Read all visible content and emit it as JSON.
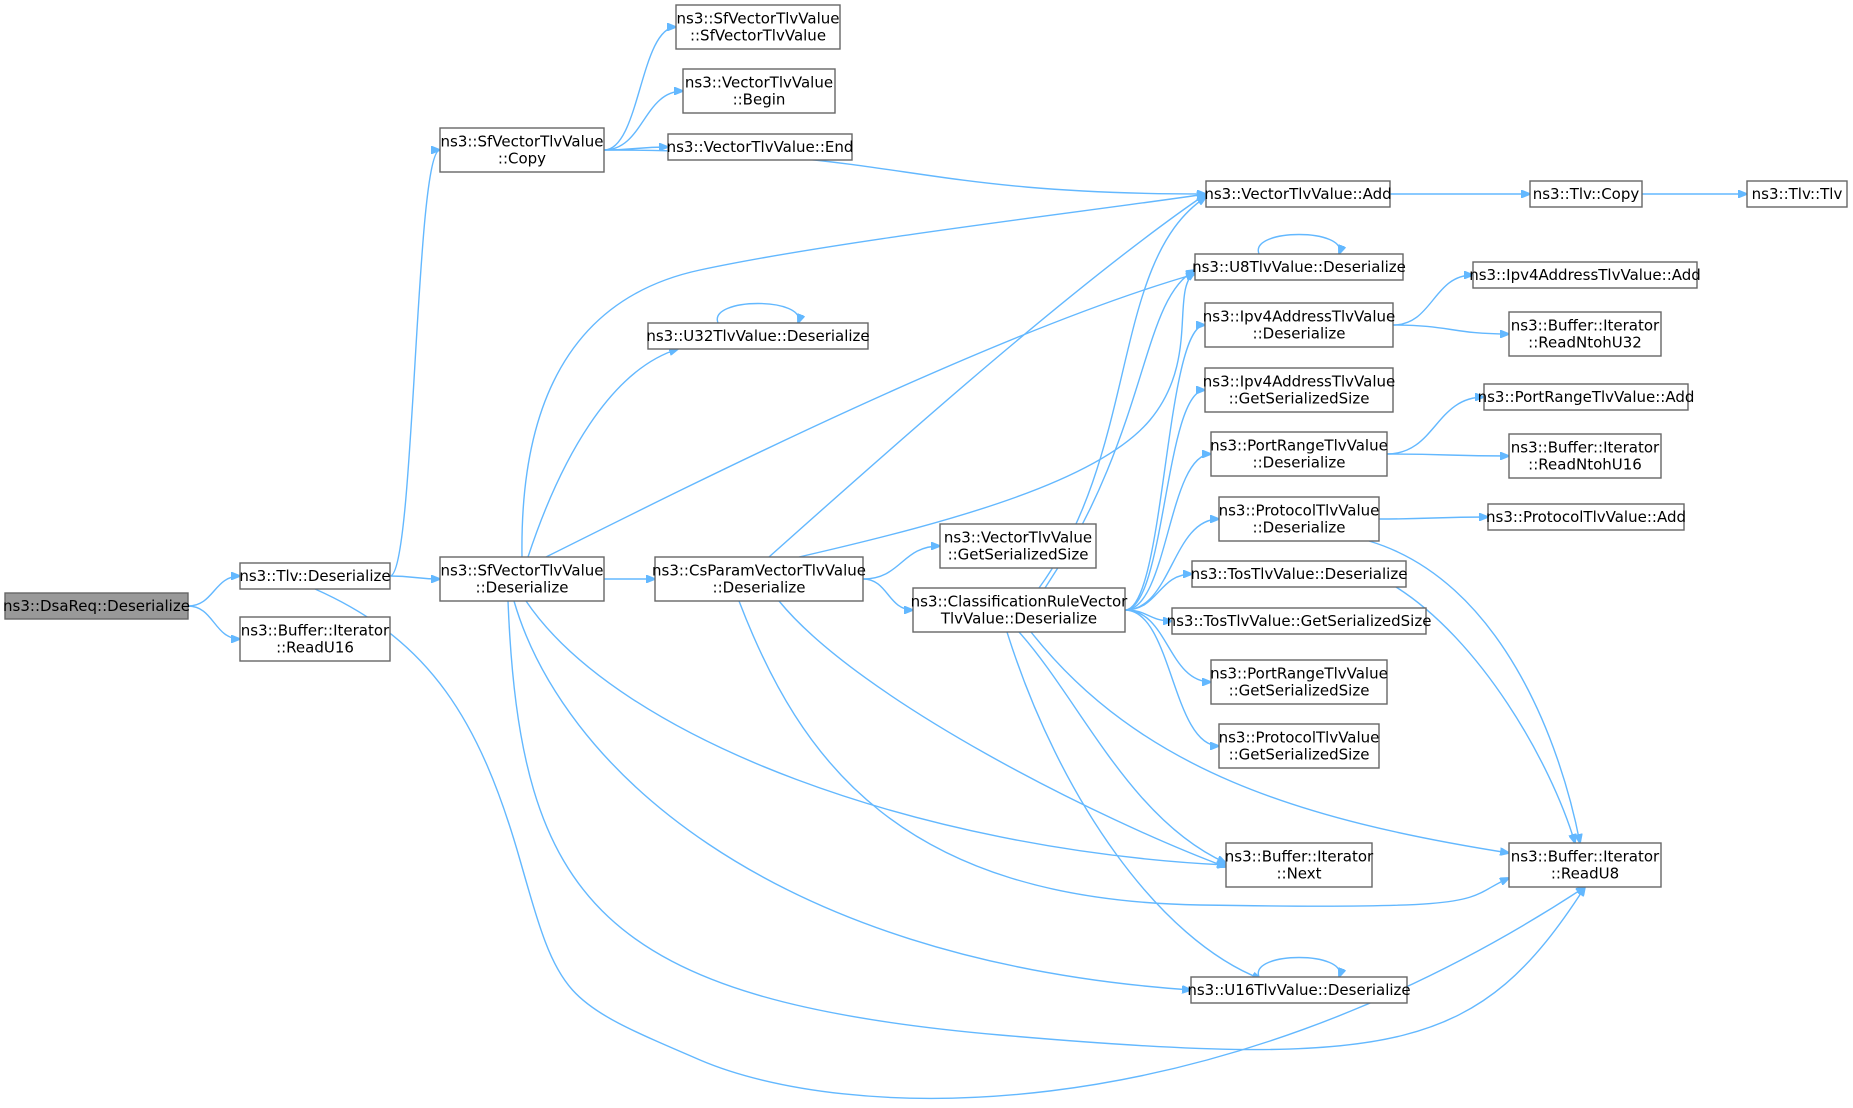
{
  "diagram": {
    "edge_color": "#63b8ff",
    "node_border_color": "#666666",
    "root_fill": "#999999",
    "nodes": [
      {
        "id": "dsareq",
        "lines": [
          "ns3::DsaReq::Deserialize"
        ],
        "root": true
      },
      {
        "id": "tlv_deser",
        "lines": [
          "ns3::Tlv::Deserialize"
        ]
      },
      {
        "id": "readu16",
        "lines": [
          "ns3::Buffer::Iterator",
          "::ReadU16"
        ]
      },
      {
        "id": "sfv_copy",
        "lines": [
          "ns3::SfVectorTlvValue",
          "::Copy"
        ]
      },
      {
        "id": "sfv_deser",
        "lines": [
          "ns3::SfVectorTlvValue",
          "::Deserialize"
        ]
      },
      {
        "id": "sfv_ctor",
        "lines": [
          "ns3::SfVectorTlvValue",
          "::SfVectorTlvValue"
        ]
      },
      {
        "id": "vt_begin",
        "lines": [
          "ns3::VectorTlvValue",
          "::Begin"
        ]
      },
      {
        "id": "vt_end",
        "lines": [
          "ns3::VectorTlvValue::End"
        ]
      },
      {
        "id": "u32_deser",
        "lines": [
          "ns3::U32TlvValue::Deserialize"
        ]
      },
      {
        "id": "cs_deser",
        "lines": [
          "ns3::CsParamVectorTlvValue",
          "::Deserialize"
        ]
      },
      {
        "id": "vt_getsize",
        "lines": [
          "ns3::VectorTlvValue",
          "::GetSerializedSize"
        ]
      },
      {
        "id": "cr_deser",
        "lines": [
          "ns3::ClassificationRuleVector",
          "TlvValue::Deserialize"
        ]
      },
      {
        "id": "vt_add",
        "lines": [
          "ns3::VectorTlvValue::Add"
        ]
      },
      {
        "id": "u8_deser",
        "lines": [
          "ns3::U8TlvValue::Deserialize"
        ]
      },
      {
        "id": "ipv4_deser",
        "lines": [
          "ns3::Ipv4AddressTlvValue",
          "::Deserialize"
        ]
      },
      {
        "id": "ipv4_getsize",
        "lines": [
          "ns3::Ipv4AddressTlvValue",
          "::GetSerializedSize"
        ]
      },
      {
        "id": "pr_deser",
        "lines": [
          "ns3::PortRangeTlvValue",
          "::Deserialize"
        ]
      },
      {
        "id": "proto_deser",
        "lines": [
          "ns3::ProtocolTlvValue",
          "::Deserialize"
        ]
      },
      {
        "id": "tos_deser",
        "lines": [
          "ns3::TosTlvValue::Deserialize"
        ]
      },
      {
        "id": "tos_getsize",
        "lines": [
          "ns3::TosTlvValue::GetSerializedSize"
        ]
      },
      {
        "id": "pr_getsize",
        "lines": [
          "ns3::PortRangeTlvValue",
          "::GetSerializedSize"
        ]
      },
      {
        "id": "proto_getsize",
        "lines": [
          "ns3::ProtocolTlvValue",
          "::GetSerializedSize"
        ]
      },
      {
        "id": "next",
        "lines": [
          "ns3::Buffer::Iterator",
          "::Next"
        ]
      },
      {
        "id": "u16_deser",
        "lines": [
          "ns3::U16TlvValue::Deserialize"
        ]
      },
      {
        "id": "tlv_copy",
        "lines": [
          "ns3::Tlv::Copy"
        ]
      },
      {
        "id": "tlv_ctor",
        "lines": [
          "ns3::Tlv::Tlv"
        ]
      },
      {
        "id": "ipv4_add",
        "lines": [
          "ns3::Ipv4AddressTlvValue::Add"
        ]
      },
      {
        "id": "readntohu32",
        "lines": [
          "ns3::Buffer::Iterator",
          "::ReadNtohU32"
        ]
      },
      {
        "id": "pr_add",
        "lines": [
          "ns3::PortRangeTlvValue::Add"
        ]
      },
      {
        "id": "readntohu16",
        "lines": [
          "ns3::Buffer::Iterator",
          "::ReadNtohU16"
        ]
      },
      {
        "id": "proto_add",
        "lines": [
          "ns3::ProtocolTlvValue::Add"
        ]
      },
      {
        "id": "readu8",
        "lines": [
          "ns3::Buffer::Iterator",
          "::ReadU8"
        ]
      }
    ],
    "edges": [
      [
        "dsareq",
        "tlv_deser"
      ],
      [
        "dsareq",
        "readu16"
      ],
      [
        "tlv_deser",
        "sfv_copy"
      ],
      [
        "tlv_deser",
        "sfv_deser"
      ],
      [
        "tlv_deser",
        "readu8"
      ],
      [
        "sfv_copy",
        "sfv_ctor"
      ],
      [
        "sfv_copy",
        "vt_begin"
      ],
      [
        "sfv_copy",
        "vt_end"
      ],
      [
        "sfv_copy",
        "vt_add"
      ],
      [
        "sfv_deser",
        "vt_add"
      ],
      [
        "sfv_deser",
        "u32_deser"
      ],
      [
        "sfv_deser",
        "u8_deser"
      ],
      [
        "sfv_deser",
        "cs_deser"
      ],
      [
        "sfv_deser",
        "next"
      ],
      [
        "sfv_deser",
        "u16_deser"
      ],
      [
        "sfv_deser",
        "readu8"
      ],
      [
        "u32_deser",
        "u32_deser"
      ],
      [
        "cs_deser",
        "vt_add"
      ],
      [
        "cs_deser",
        "u8_deser"
      ],
      [
        "cs_deser",
        "vt_getsize"
      ],
      [
        "cs_deser",
        "cr_deser"
      ],
      [
        "cs_deser",
        "next"
      ],
      [
        "cs_deser",
        "readu8"
      ],
      [
        "cr_deser",
        "vt_add"
      ],
      [
        "cr_deser",
        "u8_deser"
      ],
      [
        "cr_deser",
        "ipv4_deser"
      ],
      [
        "cr_deser",
        "ipv4_getsize"
      ],
      [
        "cr_deser",
        "pr_deser"
      ],
      [
        "cr_deser",
        "proto_deser"
      ],
      [
        "cr_deser",
        "tos_deser"
      ],
      [
        "cr_deser",
        "tos_getsize"
      ],
      [
        "cr_deser",
        "pr_getsize"
      ],
      [
        "cr_deser",
        "proto_getsize"
      ],
      [
        "cr_deser",
        "next"
      ],
      [
        "cr_deser",
        "readu8"
      ],
      [
        "cr_deser",
        "u16_deser"
      ],
      [
        "vt_add",
        "tlv_copy"
      ],
      [
        "tlv_copy",
        "tlv_ctor"
      ],
      [
        "u8_deser",
        "u8_deser"
      ],
      [
        "ipv4_deser",
        "ipv4_add"
      ],
      [
        "ipv4_deser",
        "readntohu32"
      ],
      [
        "pr_deser",
        "pr_add"
      ],
      [
        "pr_deser",
        "readntohu16"
      ],
      [
        "proto_deser",
        "proto_add"
      ],
      [
        "proto_deser",
        "readu8"
      ],
      [
        "tos_deser",
        "readu8"
      ],
      [
        "u16_deser",
        "u16_deser"
      ]
    ]
  }
}
